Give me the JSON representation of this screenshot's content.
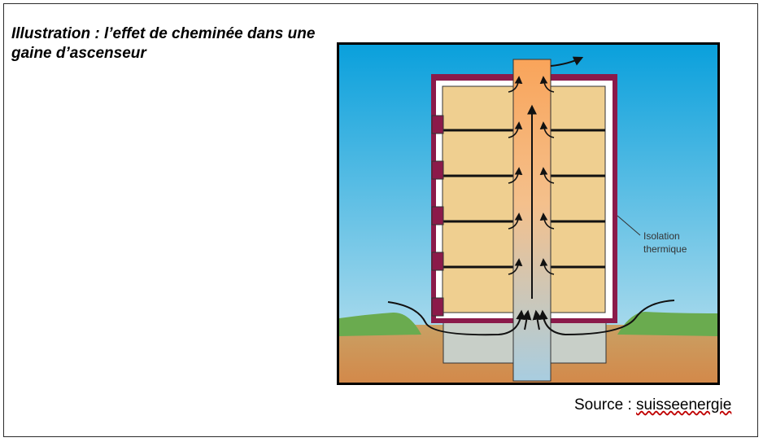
{
  "caption": {
    "text": "Illustration : l’effet de cheminée dans une gaine d’ascenseur"
  },
  "diagram": {
    "label_line1": "Isolation",
    "label_line2": "thermique",
    "floors": 5,
    "colors": {
      "sky_top": "#0aa0dc",
      "sky_bottom": "#c4e4ef",
      "grass": "#6aab4f",
      "ground": "#d39a55",
      "insulation": "#8b1a4a",
      "room": "#efcf90",
      "shaft_top": "#f7a75e",
      "shaft_bottom": "#a8cde0",
      "foundation": "#c8cfc8"
    }
  },
  "source": {
    "prefix": "Source : ",
    "link": "suisseenergie"
  }
}
